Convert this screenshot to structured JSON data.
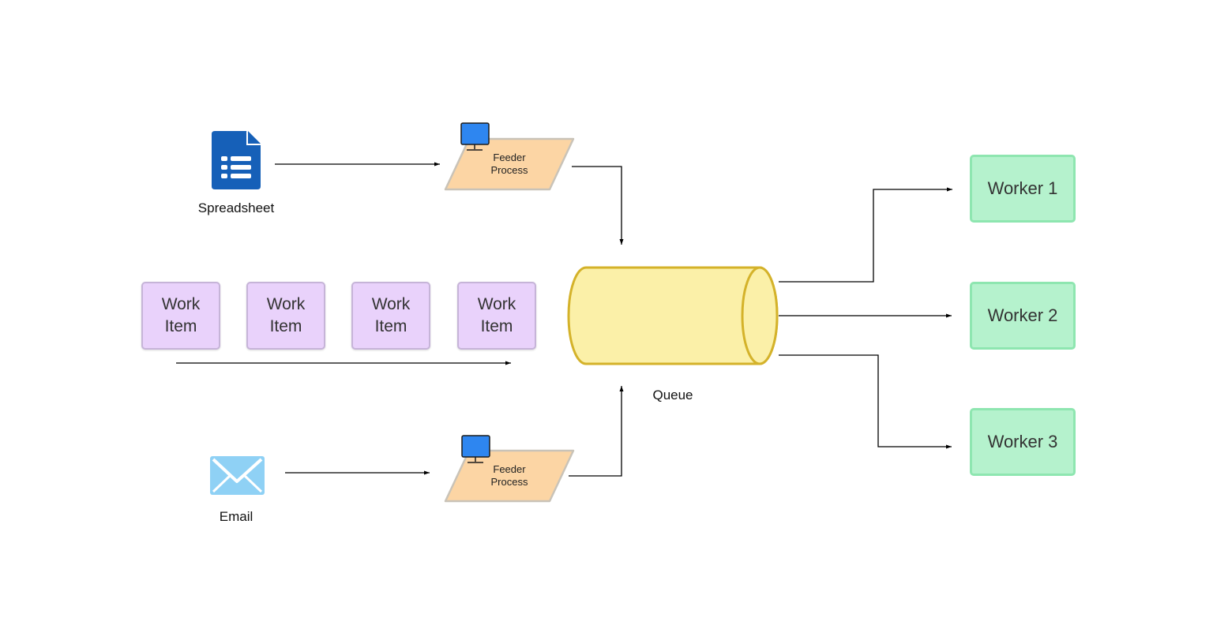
{
  "sources": {
    "spreadsheet": {
      "label": "Spreadsheet",
      "icon": "spreadsheet-icon"
    },
    "email": {
      "label": "Email",
      "icon": "email-icon"
    }
  },
  "feeders": [
    {
      "line1": "Feeder",
      "line2": "Process",
      "icon": "monitor-icon"
    },
    {
      "line1": "Feeder",
      "line2": "Process",
      "icon": "monitor-icon"
    }
  ],
  "work_items": [
    {
      "label": "Work Item"
    },
    {
      "label": "Work Item"
    },
    {
      "label": "Work Item"
    },
    {
      "label": "Work Item"
    }
  ],
  "queue": {
    "label": "Queue"
  },
  "workers": [
    {
      "label": "Worker 1"
    },
    {
      "label": "Worker 2"
    },
    {
      "label": "Worker 3"
    }
  ],
  "colors": {
    "spreadsheet": "#1660b8",
    "email": "#8fd1f5",
    "feeder_fill": "#fcd5a4",
    "feeder_stroke": "#c9c3b8",
    "monitor": "#2e86f0",
    "work_item_fill": "#e9d2fb",
    "queue_fill": "#fbf0a8",
    "queue_stroke": "#d4b22a",
    "worker_fill": "#b5f2cd",
    "line": "#000000"
  }
}
